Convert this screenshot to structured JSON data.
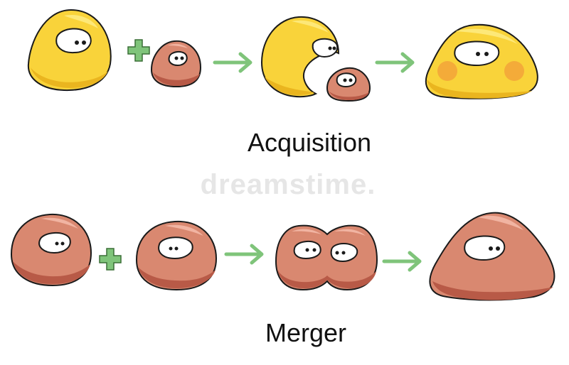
{
  "captions": {
    "acquisition": "Acquisition",
    "merger": "Merger"
  },
  "watermark": "dreamstime.",
  "colors": {
    "yellow_fill": "#f9d33a",
    "yellow_shade": "#eab51f",
    "yellow_highlight": "#fde878",
    "blush": "#f3a33a",
    "red_fill": "#d98870",
    "red_shade": "#b85a47",
    "red_highlight": "#f1b4a2",
    "outline": "#1a1a1a",
    "plus": "#7fc47a",
    "arrow": "#7fc47a"
  },
  "icons": [
    "plus-icon",
    "right-arrow-icon"
  ]
}
